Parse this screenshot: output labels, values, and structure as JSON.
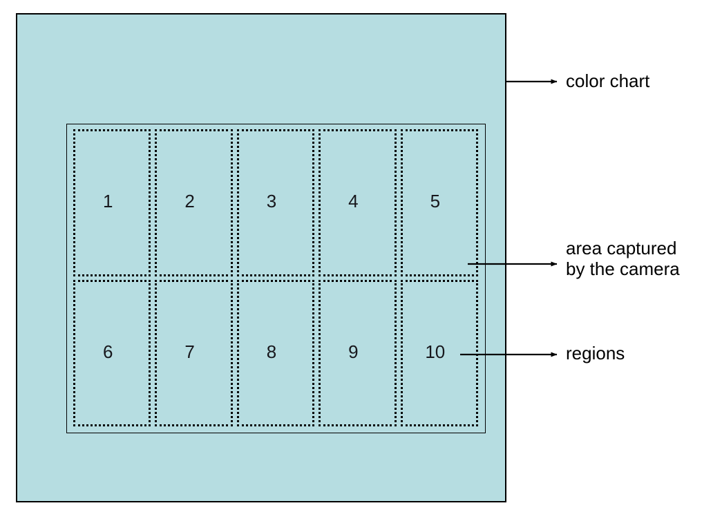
{
  "figure": {
    "background_color": "#ffffff",
    "chart_color": "#b6dde1",
    "line_color": "#000000"
  },
  "color_chart": {
    "label": "color chart"
  },
  "capture_area": {
    "label": "area captured\nby the camera"
  },
  "regions": {
    "label": "regions",
    "rows": 2,
    "columns": 5,
    "cells": [
      {
        "id": "region-1",
        "label": "1"
      },
      {
        "id": "region-2",
        "label": "2"
      },
      {
        "id": "region-3",
        "label": "3"
      },
      {
        "id": "region-4",
        "label": "4"
      },
      {
        "id": "region-5",
        "label": "5"
      },
      {
        "id": "region-6",
        "label": "6"
      },
      {
        "id": "region-7",
        "label": "7"
      },
      {
        "id": "region-8",
        "label": "8"
      },
      {
        "id": "region-9",
        "label": "9"
      },
      {
        "id": "region-10",
        "label": "10"
      }
    ]
  }
}
